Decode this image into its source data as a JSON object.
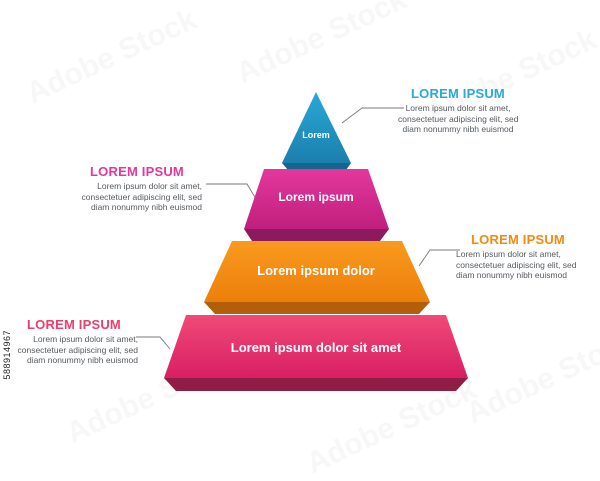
{
  "pyramid": {
    "tiers": [
      {
        "label": "Lorem",
        "color_top": "#29a9d6",
        "color_bottom": "#1b7fae",
        "color_side": "#15668d"
      },
      {
        "label": "Lorem ipsum",
        "color_top": "#e4379d",
        "color_bottom": "#c01f7e",
        "color_side": "#8c1a5e"
      },
      {
        "label": "Lorem ipsum dolor",
        "color_top": "#f99a1e",
        "color_bottom": "#ec7f0b",
        "color_side": "#b35f0a"
      },
      {
        "label": "Lorem ipsum dolor sit amet",
        "color_top": "#f04a78",
        "color_bottom": "#d81f63",
        "color_side": "#8f1d45"
      }
    ]
  },
  "callouts": [
    {
      "heading": "LOREM IPSUM",
      "color": "#29a9d6",
      "lines": [
        "Lorem ipsum dolor sit amet,",
        "consectetuer adipiscing elit, sed",
        "diam nonummy nibh euismod"
      ]
    },
    {
      "heading": "LOREM IPSUM",
      "color": "#e4379d",
      "lines": [
        "Lorem ipsum dolor sit amet,",
        "consectetuer adipiscing elit, sed",
        "diam nonummy nibh euismod"
      ]
    },
    {
      "heading": "LOREM IPSUM",
      "color": "#f28a12",
      "lines": [
        "Lorem ipsum dolor sit amet,",
        "consectetuer adipiscing elit, sed",
        "diam nonummy nibh euismod"
      ]
    },
    {
      "heading": "LOREM IPSUM",
      "color": "#ea3f6d",
      "lines": [
        "Lorem ipsum dolor sit amet,",
        "consectetuer adipiscing elit, sed",
        "diam nonummy nibh euismod"
      ]
    }
  ],
  "stock_id": "588914967",
  "watermark_text": "Adobe Stock"
}
